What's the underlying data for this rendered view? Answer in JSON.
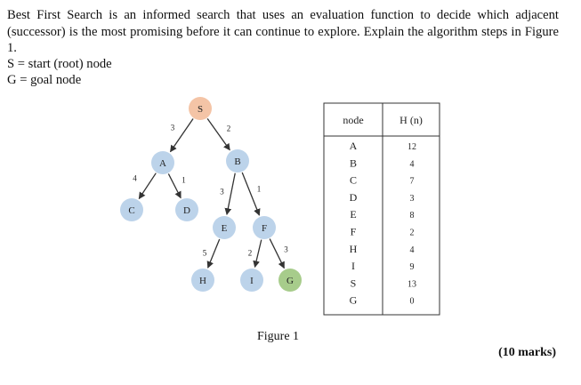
{
  "question": {
    "text": "Best First Search is an informed search that uses an evaluation function to decide which adjacent (successor) is the most promising before it can continue to explore. Explain the algorithm steps in Figure 1.",
    "start_def": "S = start (root) node",
    "goal_def": "G = goal node",
    "marks": "(10 marks)"
  },
  "figure": {
    "caption": "Figure 1",
    "colors": {
      "start": "#f4c4a6",
      "goal": "#a7cc8b",
      "other": "#bcd3ea"
    },
    "nodes": [
      {
        "id": "S",
        "label": "S",
        "role": "start"
      },
      {
        "id": "A",
        "label": "A",
        "role": "other"
      },
      {
        "id": "B",
        "label": "B",
        "role": "other"
      },
      {
        "id": "C",
        "label": "C",
        "role": "other"
      },
      {
        "id": "D",
        "label": "D",
        "role": "other"
      },
      {
        "id": "E",
        "label": "E",
        "role": "other"
      },
      {
        "id": "F",
        "label": "F",
        "role": "other"
      },
      {
        "id": "H",
        "label": "H",
        "role": "other"
      },
      {
        "id": "I",
        "label": "I",
        "role": "other"
      },
      {
        "id": "G",
        "label": "G",
        "role": "goal"
      }
    ],
    "edges": [
      {
        "from": "S",
        "to": "A",
        "cost": "3"
      },
      {
        "from": "S",
        "to": "B",
        "cost": "2"
      },
      {
        "from": "A",
        "to": "C",
        "cost": "4"
      },
      {
        "from": "A",
        "to": "D",
        "cost": "1"
      },
      {
        "from": "B",
        "to": "E",
        "cost": "3"
      },
      {
        "from": "B",
        "to": "F",
        "cost": "1"
      },
      {
        "from": "E",
        "to": "H",
        "cost": "5"
      },
      {
        "from": "F",
        "to": "I",
        "cost": "2"
      },
      {
        "from": "F",
        "to": "G",
        "cost": "3"
      }
    ]
  },
  "table": {
    "headers": [
      "node",
      "H (n)"
    ],
    "rows": [
      {
        "node": "A",
        "h": "12"
      },
      {
        "node": "B",
        "h": "4"
      },
      {
        "node": "C",
        "h": "7"
      },
      {
        "node": "D",
        "h": "3"
      },
      {
        "node": "E",
        "h": "8"
      },
      {
        "node": "F",
        "h": "2"
      },
      {
        "node": "H",
        "h": "4"
      },
      {
        "node": "I",
        "h": "9"
      },
      {
        "node": "S",
        "h": "13"
      },
      {
        "node": "G",
        "h": "0"
      }
    ]
  }
}
